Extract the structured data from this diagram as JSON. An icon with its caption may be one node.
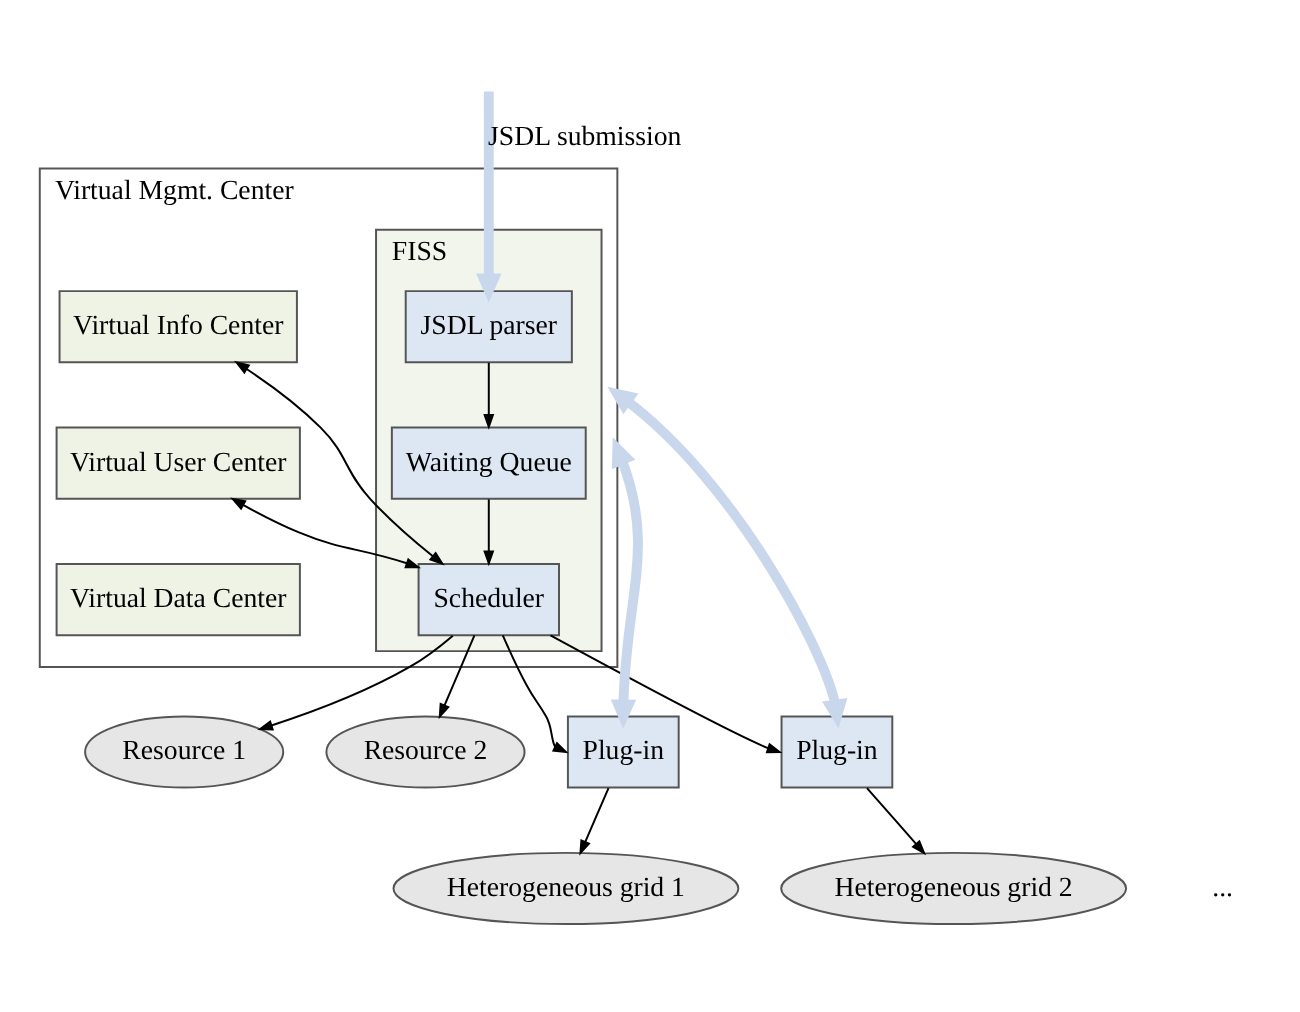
{
  "diagram": {
    "nodes": [
      {
        "text": [
          "Virtual Mgmt. Center"
        ]
      },
      {
        "text": [
          "FISS"
        ],
        "in": 0
      },
      {
        "text": [
          "JSDL parser"
        ],
        "in": 1
      },
      {
        "text": [
          "Waiting Queue"
        ],
        "in": 1
      },
      {
        "text": [
          "Scheduler"
        ],
        "in": 1
      },
      {
        "text": [
          "Virtual Info Center"
        ],
        "in": 0
      },
      {
        "text": [
          "Virtual User Center"
        ],
        "in": 0
      },
      {
        "text": [
          "Virtual Data Center"
        ],
        "in": 0
      },
      {
        "text": [
          "Resource 1"
        ]
      },
      {
        "text": [
          "Resource 2"
        ]
      },
      {
        "text": [
          "Plug-in"
        ]
      },
      {
        "text": [
          "Plug-in"
        ]
      },
      {
        "text": [
          "Heterogeneous grid 1"
        ]
      },
      {
        "text": [
          "Heterogeneous grid 2"
        ]
      }
    ],
    "edges": [
      {
        "from": null,
        "to": 2,
        "arrow": "to",
        "label": "JSDL submission",
        "style": "thick",
        "color": "#c9d7ec"
      },
      {
        "from": 2,
        "to": 3,
        "arrow": "to"
      },
      {
        "from": 3,
        "to": 4,
        "arrow": "to"
      },
      {
        "from": 4,
        "to": 5,
        "arrow": "both"
      },
      {
        "from": 4,
        "to": 6,
        "arrow": "both"
      },
      {
        "from": 4,
        "to": 8,
        "arrow": "to"
      },
      {
        "from": 4,
        "to": 9,
        "arrow": "to"
      },
      {
        "from": 4,
        "to": 10,
        "arrow": "to"
      },
      {
        "from": 4,
        "to": 11,
        "arrow": "to"
      },
      {
        "from": 10,
        "to": 12,
        "arrow": "to"
      },
      {
        "from": 11,
        "to": 13,
        "arrow": "to"
      },
      {
        "from": 10,
        "to": 0,
        "arrow": "both",
        "style": "thick",
        "color": "#c9d7ec"
      },
      {
        "from": 11,
        "to": 0,
        "arrow": "both",
        "style": "thick",
        "color": "#c9d7ec"
      }
    ],
    "labels": [
      "..."
    ]
  }
}
